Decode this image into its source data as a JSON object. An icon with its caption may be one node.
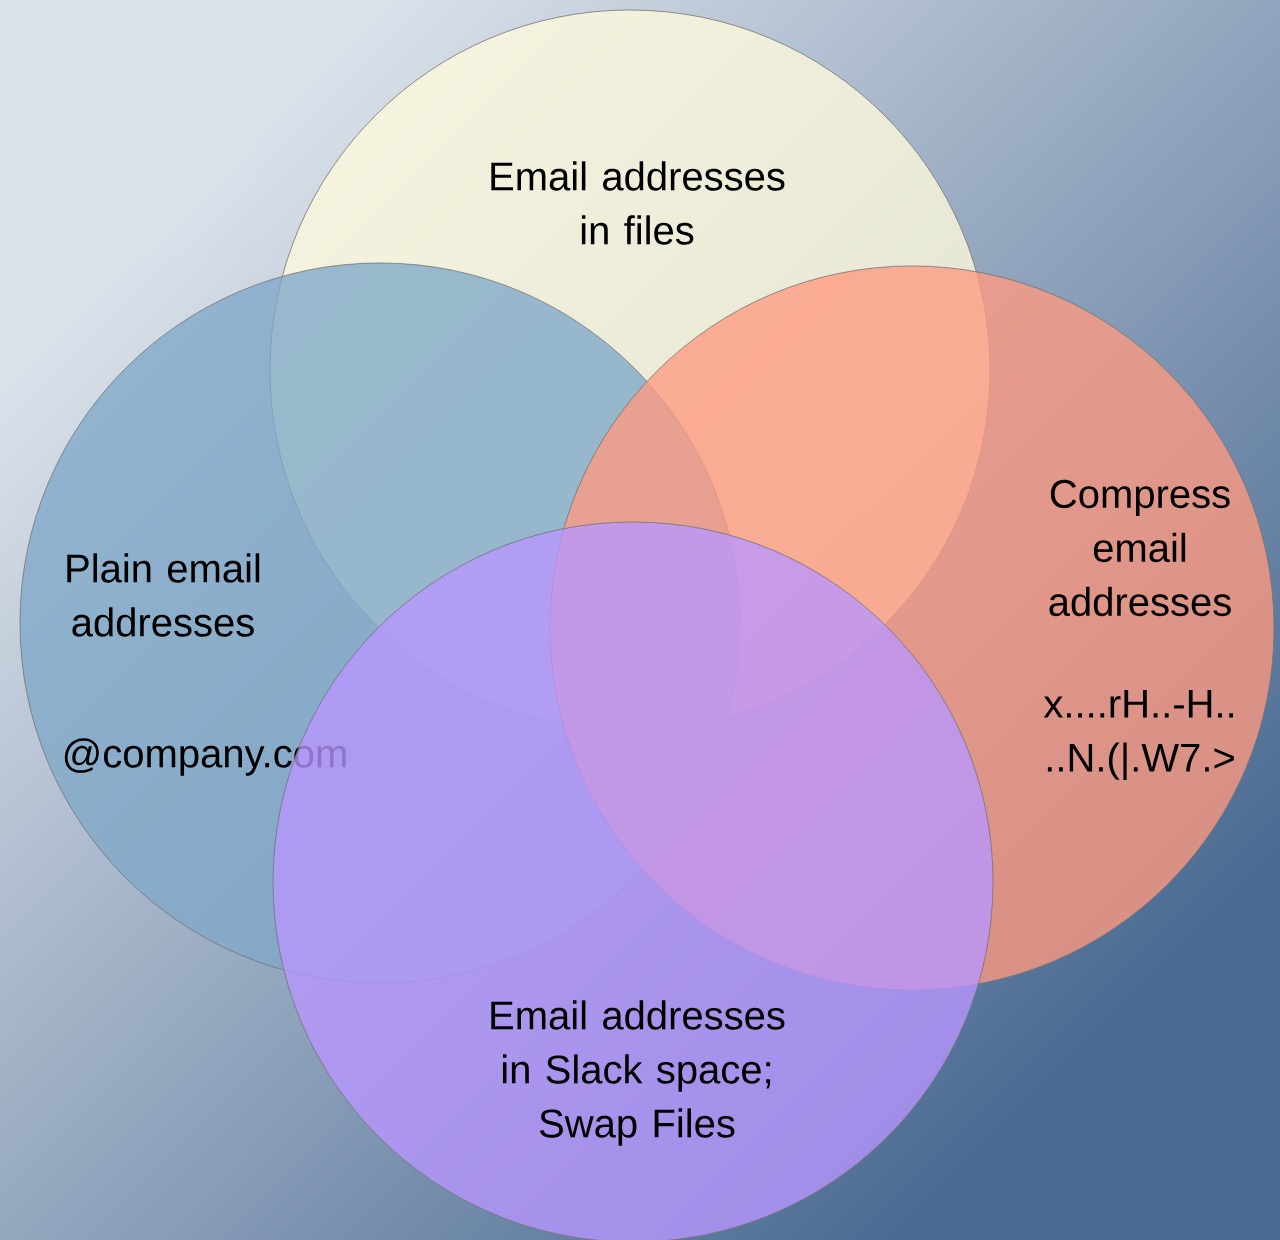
{
  "diagram": {
    "nodes": [
      {
        "text": [
          "Email addresses in files"
        ]
      },
      {
        "text": [
          "Plain email addresses",
          "@company.com"
        ]
      },
      {
        "text": [
          "Compress email addresses",
          "x....rH..-H.. ..N.(|.W7.>"
        ]
      },
      {
        "text": [
          "Email addresses in Slack space; Swap Files"
        ]
      }
    ]
  }
}
